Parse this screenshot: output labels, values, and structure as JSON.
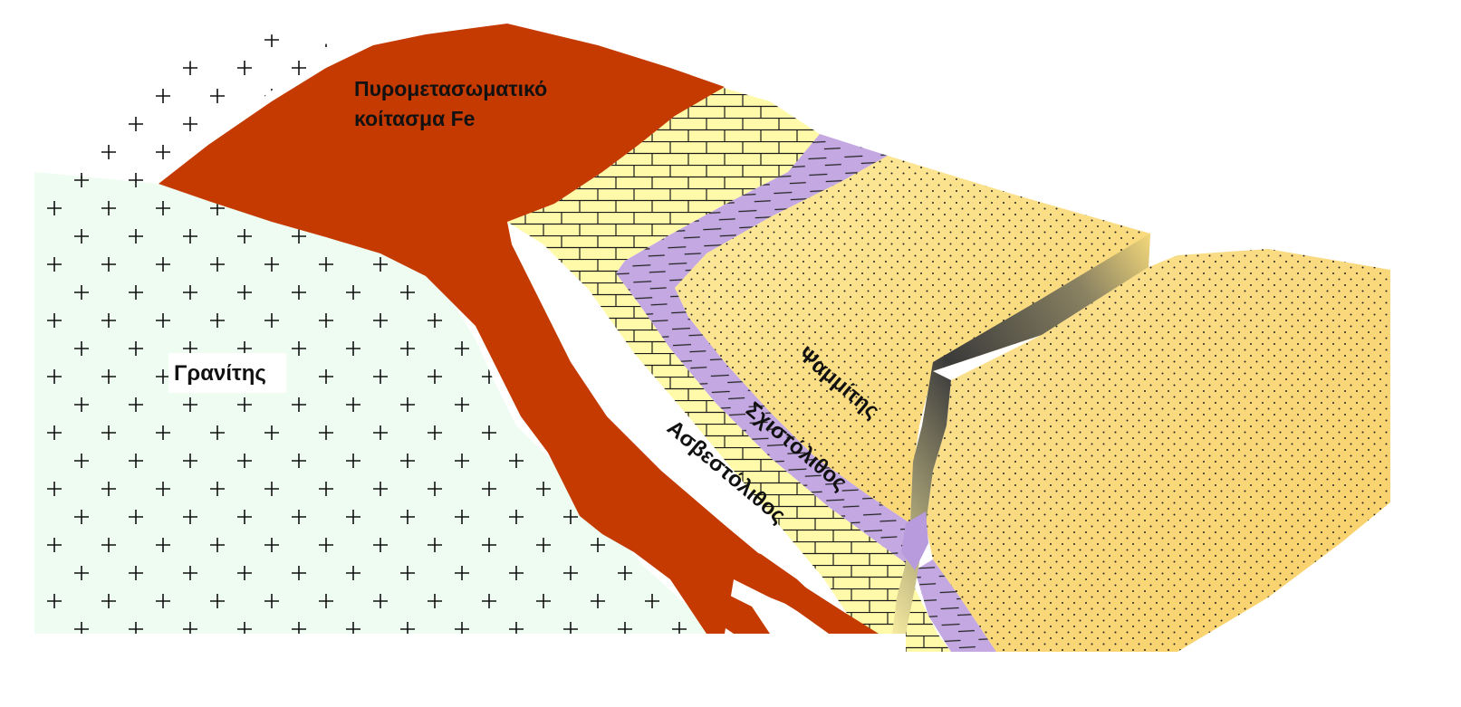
{
  "labels": {
    "ore_deposit_line1": "Πυρομετασωματικό",
    "ore_deposit_line2": "κοίτασμα Fe",
    "granite": "Γρανίτης",
    "sandstone": "Ψαμμίτης",
    "shale": "Σχιστόλιθος",
    "limestone": "Ασβεστόλιθος"
  },
  "colors": {
    "granite": "#eefcf1",
    "ore": "#c43a00",
    "limestone": "#fefaaa",
    "shale": "#c3a8e2",
    "sandstone": "#f9d778",
    "fault_dark": "#3c3c3c"
  }
}
